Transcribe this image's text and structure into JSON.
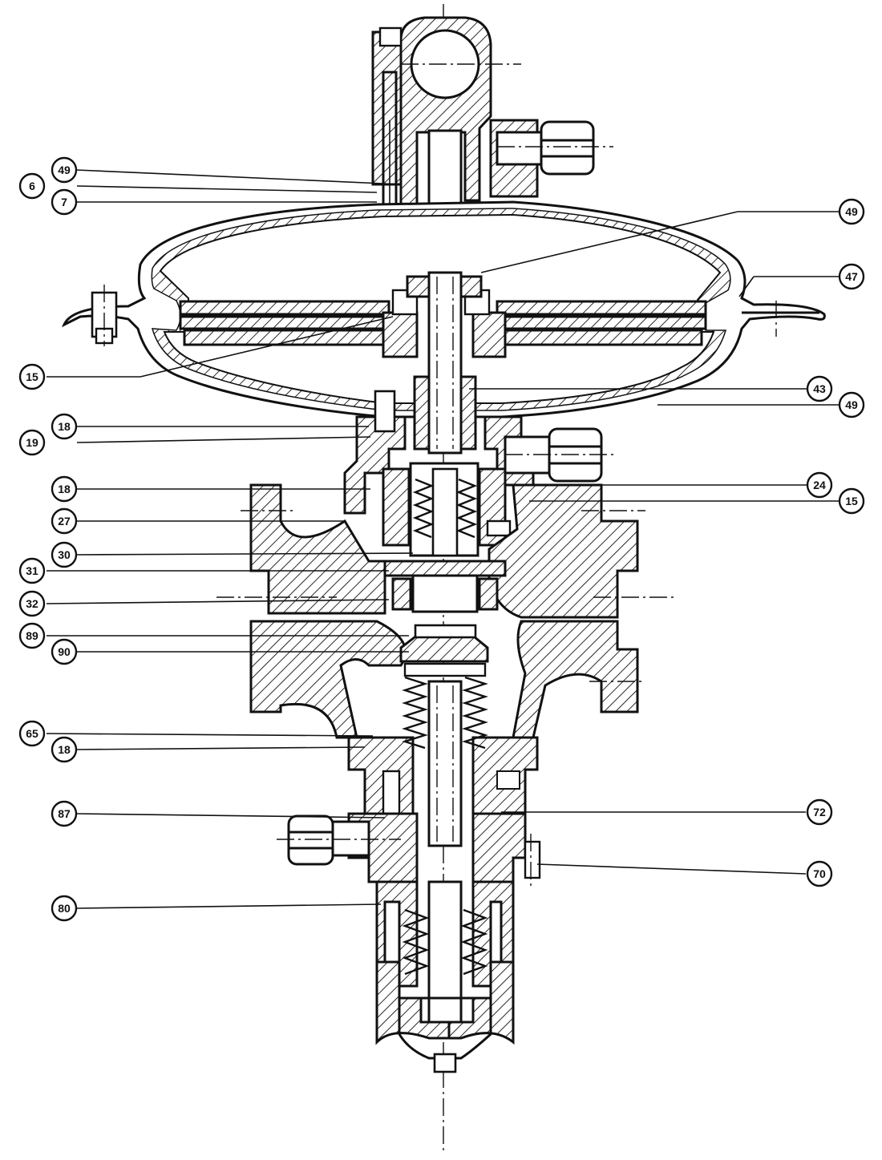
{
  "diagram": {
    "callouts": [
      {
        "id": "c-49-top",
        "label": "49"
      },
      {
        "id": "c-6",
        "label": "6"
      },
      {
        "id": "c-7",
        "label": "7"
      },
      {
        "id": "c-49-right-top",
        "label": "49"
      },
      {
        "id": "c-47",
        "label": "47"
      },
      {
        "id": "c-15-left",
        "label": "15"
      },
      {
        "id": "c-43",
        "label": "43"
      },
      {
        "id": "c-49-right-mid",
        "label": "49"
      },
      {
        "id": "c-18-a",
        "label": "18"
      },
      {
        "id": "c-19",
        "label": "19"
      },
      {
        "id": "c-18-b",
        "label": "18"
      },
      {
        "id": "c-24",
        "label": "24"
      },
      {
        "id": "c-15-right",
        "label": "15"
      },
      {
        "id": "c-27",
        "label": "27"
      },
      {
        "id": "c-30",
        "label": "30"
      },
      {
        "id": "c-31",
        "label": "31"
      },
      {
        "id": "c-32",
        "label": "32"
      },
      {
        "id": "c-89",
        "label": "89"
      },
      {
        "id": "c-90",
        "label": "90"
      },
      {
        "id": "c-65",
        "label": "65"
      },
      {
        "id": "c-18-c",
        "label": "18"
      },
      {
        "id": "c-87",
        "label": "87"
      },
      {
        "id": "c-72",
        "label": "72"
      },
      {
        "id": "c-70",
        "label": "70"
      },
      {
        "id": "c-80",
        "label": "80"
      }
    ]
  }
}
